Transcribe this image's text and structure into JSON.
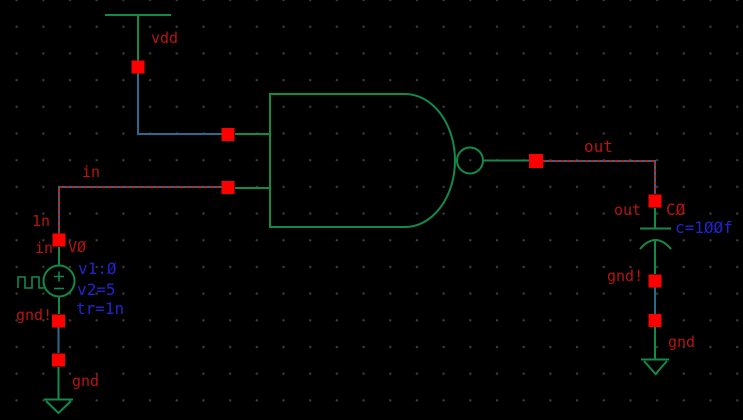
{
  "colors": {
    "symbol-green": "#128a4a",
    "wire-blue": "#2b6a8a",
    "pin-red": "#ff0000",
    "sel-red": "#cc1d1d",
    "label-red": "#b81414",
    "value-blue": "#2323cc",
    "grid-dot": "#3d3d3d"
  },
  "power": {
    "vdd_label": "vdd"
  },
  "nets": {
    "in_label": "in",
    "out_label": "out"
  },
  "source": {
    "instance": "VØ",
    "pin_label": "in",
    "rise_label": "1n",
    "properties": {
      "v1": "v1:Ø",
      "v2": "v2=5",
      "tr": "tr=1n"
    },
    "gnd_net": "gnd!",
    "gnd_symbol_label": "gnd"
  },
  "capacitor": {
    "instance": "CØ",
    "pin_label": "out",
    "value": "c=1ØØf",
    "gnd_net": "gnd!",
    "gnd_symbol_label": "gnd"
  }
}
